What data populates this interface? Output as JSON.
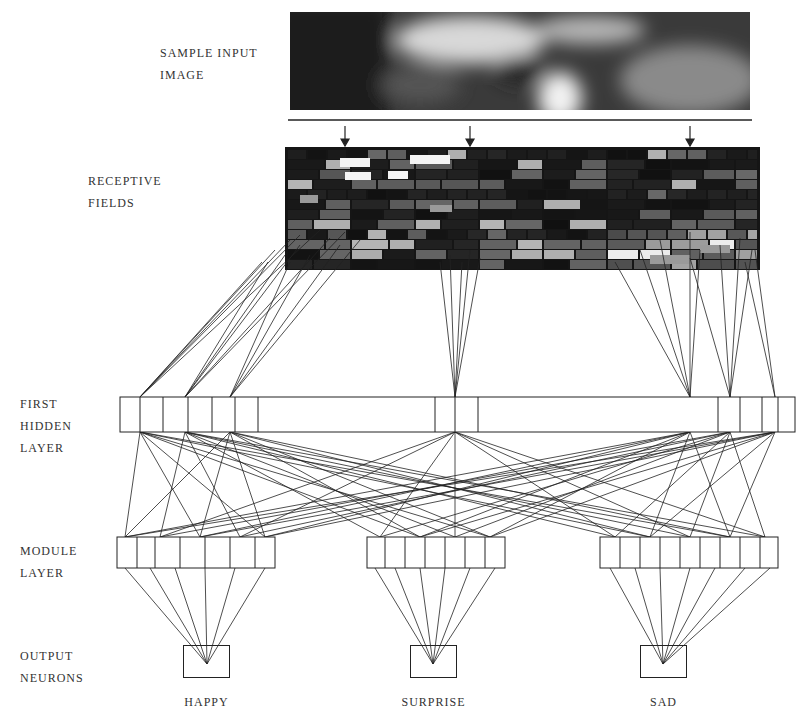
{
  "diagram": {
    "nodes": [
      {
        "text": [
          "HAPPY"
        ]
      },
      {
        "text": [
          "SURPRISE"
        ]
      },
      {
        "text": [
          "SAD"
        ]
      }
    ],
    "labels": [
      "SAMPLE INPUT IMAGE",
      "RECEPTIVE FIELDS",
      "FIRST HIDDEN LAYER",
      "MODULE LAYER",
      "OUTPUT NEURONS"
    ]
  }
}
